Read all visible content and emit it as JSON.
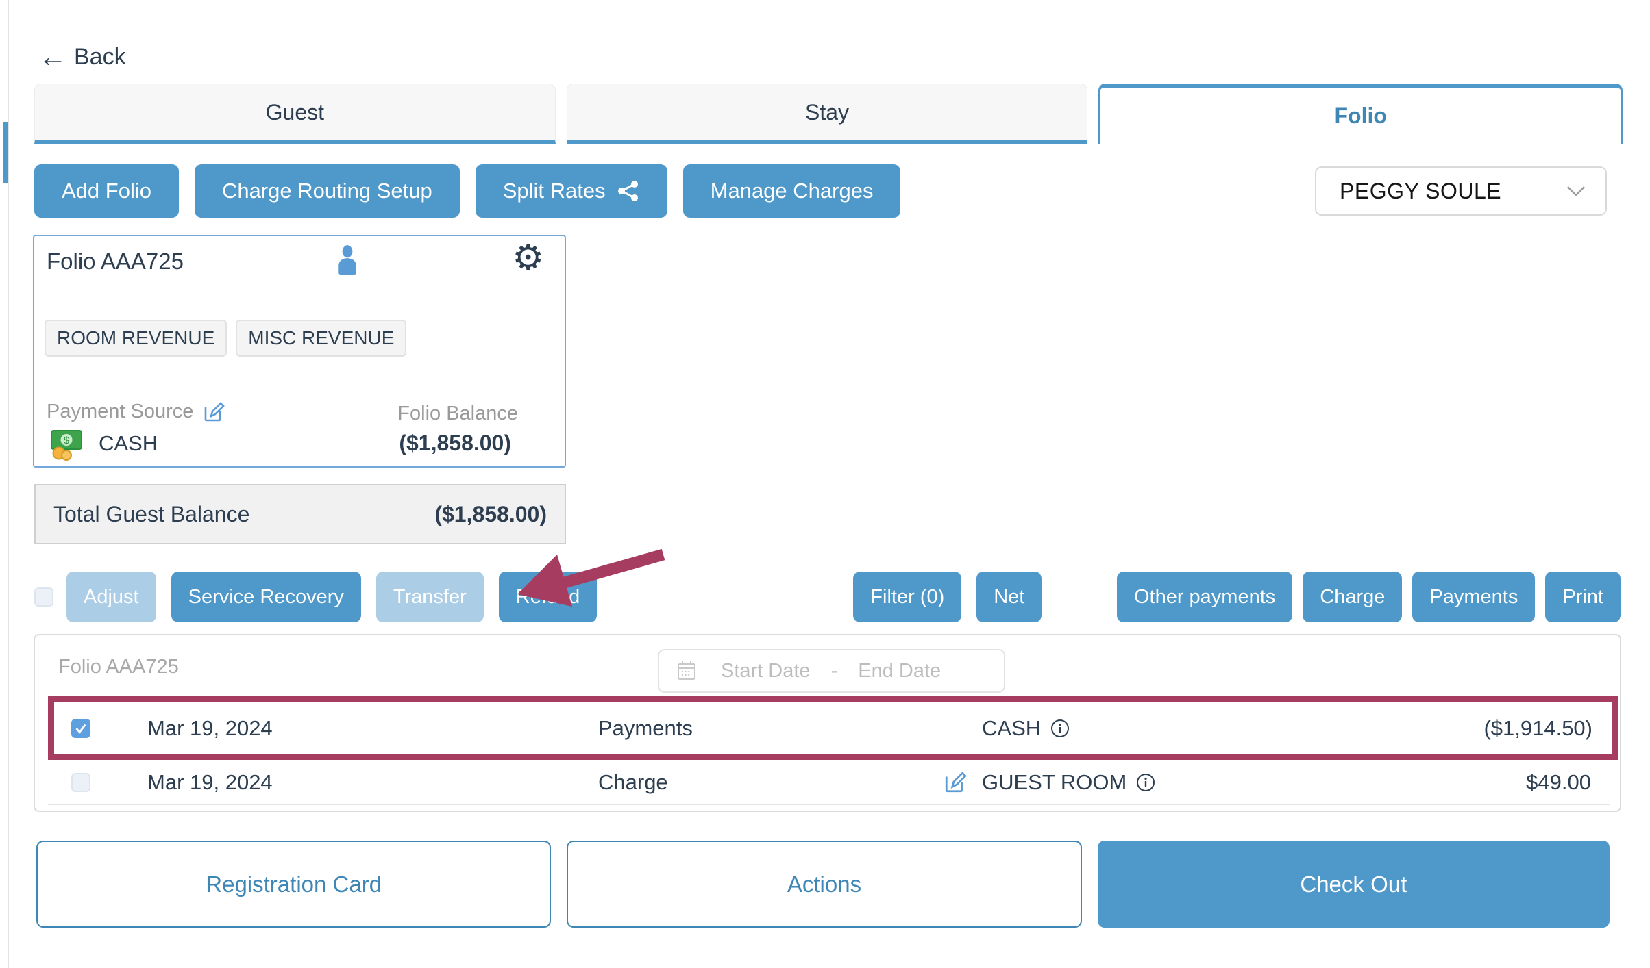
{
  "back": {
    "label": "Back"
  },
  "tabs": [
    {
      "label": "Guest",
      "active": false
    },
    {
      "label": "Stay",
      "active": false
    },
    {
      "label": "Folio",
      "active": true
    }
  ],
  "toolbar": {
    "add_folio": "Add Folio",
    "charge_routing": "Charge Routing Setup",
    "split_rates": "Split Rates",
    "manage_charges": "Manage Charges"
  },
  "guest_selector": {
    "value": "PEGGY SOULE"
  },
  "folio_card": {
    "title": "Folio AAA725",
    "tags": [
      "ROOM REVENUE",
      "MISC REVENUE"
    ],
    "payment_source_label": "Payment Source",
    "payment_source_value": "CASH",
    "balance_label": "Folio Balance",
    "balance_value": "($1,858.00)"
  },
  "total_balance": {
    "label": "Total Guest Balance",
    "value": "($1,858.00)"
  },
  "actions_row": {
    "adjust": "Adjust",
    "service_recovery": "Service Recovery",
    "transfer": "Transfer",
    "refund": "Refund",
    "filter": "Filter (0)",
    "net": "Net",
    "other_payments": "Other payments",
    "charge": "Charge",
    "payments": "Payments",
    "print": "Print"
  },
  "table": {
    "title": "Folio AAA725",
    "date_filter": {
      "start_placeholder": "Start Date",
      "separator": "-",
      "end_placeholder": "End Date"
    },
    "rows": [
      {
        "date": "Mar 19, 2024",
        "type": "Payments",
        "description": "CASH",
        "amount": "($1,914.50)",
        "checked": true,
        "highlighted": true
      },
      {
        "date": "Mar 19, 2024",
        "type": "Charge",
        "description": "GUEST ROOM",
        "amount": "$49.00",
        "checked": false,
        "highlighted": false
      }
    ]
  },
  "footer": {
    "registration_card": "Registration Card",
    "actions": "Actions",
    "check_out": "Check Out"
  },
  "icons": {
    "back_arrow": "←",
    "gear": "⚙"
  },
  "colors": {
    "primary_blue": "#4f98ca",
    "disabled_blue": "#abcde6",
    "tab_active_text": "#3e86b5",
    "dark_text": "#2d3e50",
    "gray_text": "#9a9a9a",
    "annotation": "#a63c5f",
    "card_border": "#74a7dc"
  }
}
